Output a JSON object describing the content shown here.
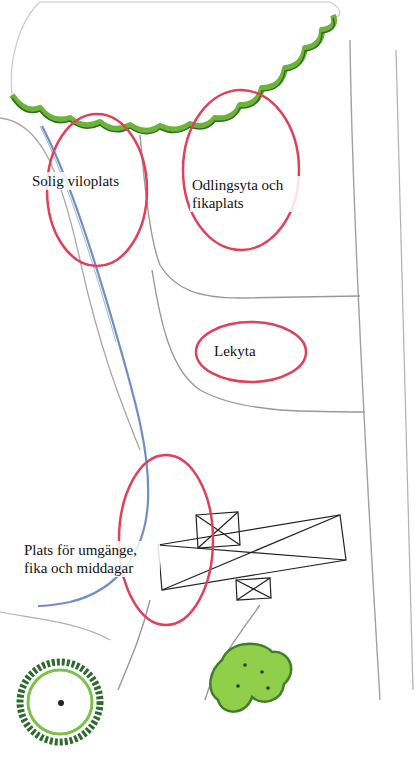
{
  "diagram": {
    "nodes": [
      {
        "text": [
          "Solig viloplats"
        ]
      },
      {
        "text": [
          "Odlingsyta och fikaplats"
        ]
      },
      {
        "text": [
          "Lekyta"
        ]
      },
      {
        "text": [
          "Plats för umgänge, fika och middagar"
        ]
      }
    ]
  }
}
